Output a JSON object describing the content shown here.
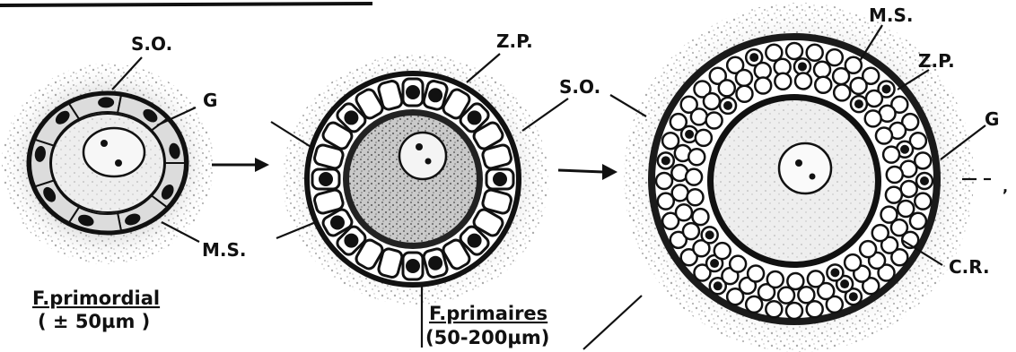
{
  "labels": {
    "f1_so": "S.O.",
    "f1_g": "G",
    "f1_ms": "M.S.",
    "f2_zp": "Z.P.",
    "f2_so": "S.O.",
    "f3_ms": "M.S.",
    "f3_zp": "Z.P.",
    "f3_g": "G",
    "f3_cr": "C.R."
  },
  "captions": {
    "primordial_name": "F.primordial",
    "primordial_size": "( ± 50µm )",
    "primaires_name": "F.primaires",
    "primaires_size": "(50-200µm)"
  },
  "colors": {
    "ink": "#111111",
    "stipple": "#9a9a9a",
    "oocyte_light": "#eeeeee"
  }
}
